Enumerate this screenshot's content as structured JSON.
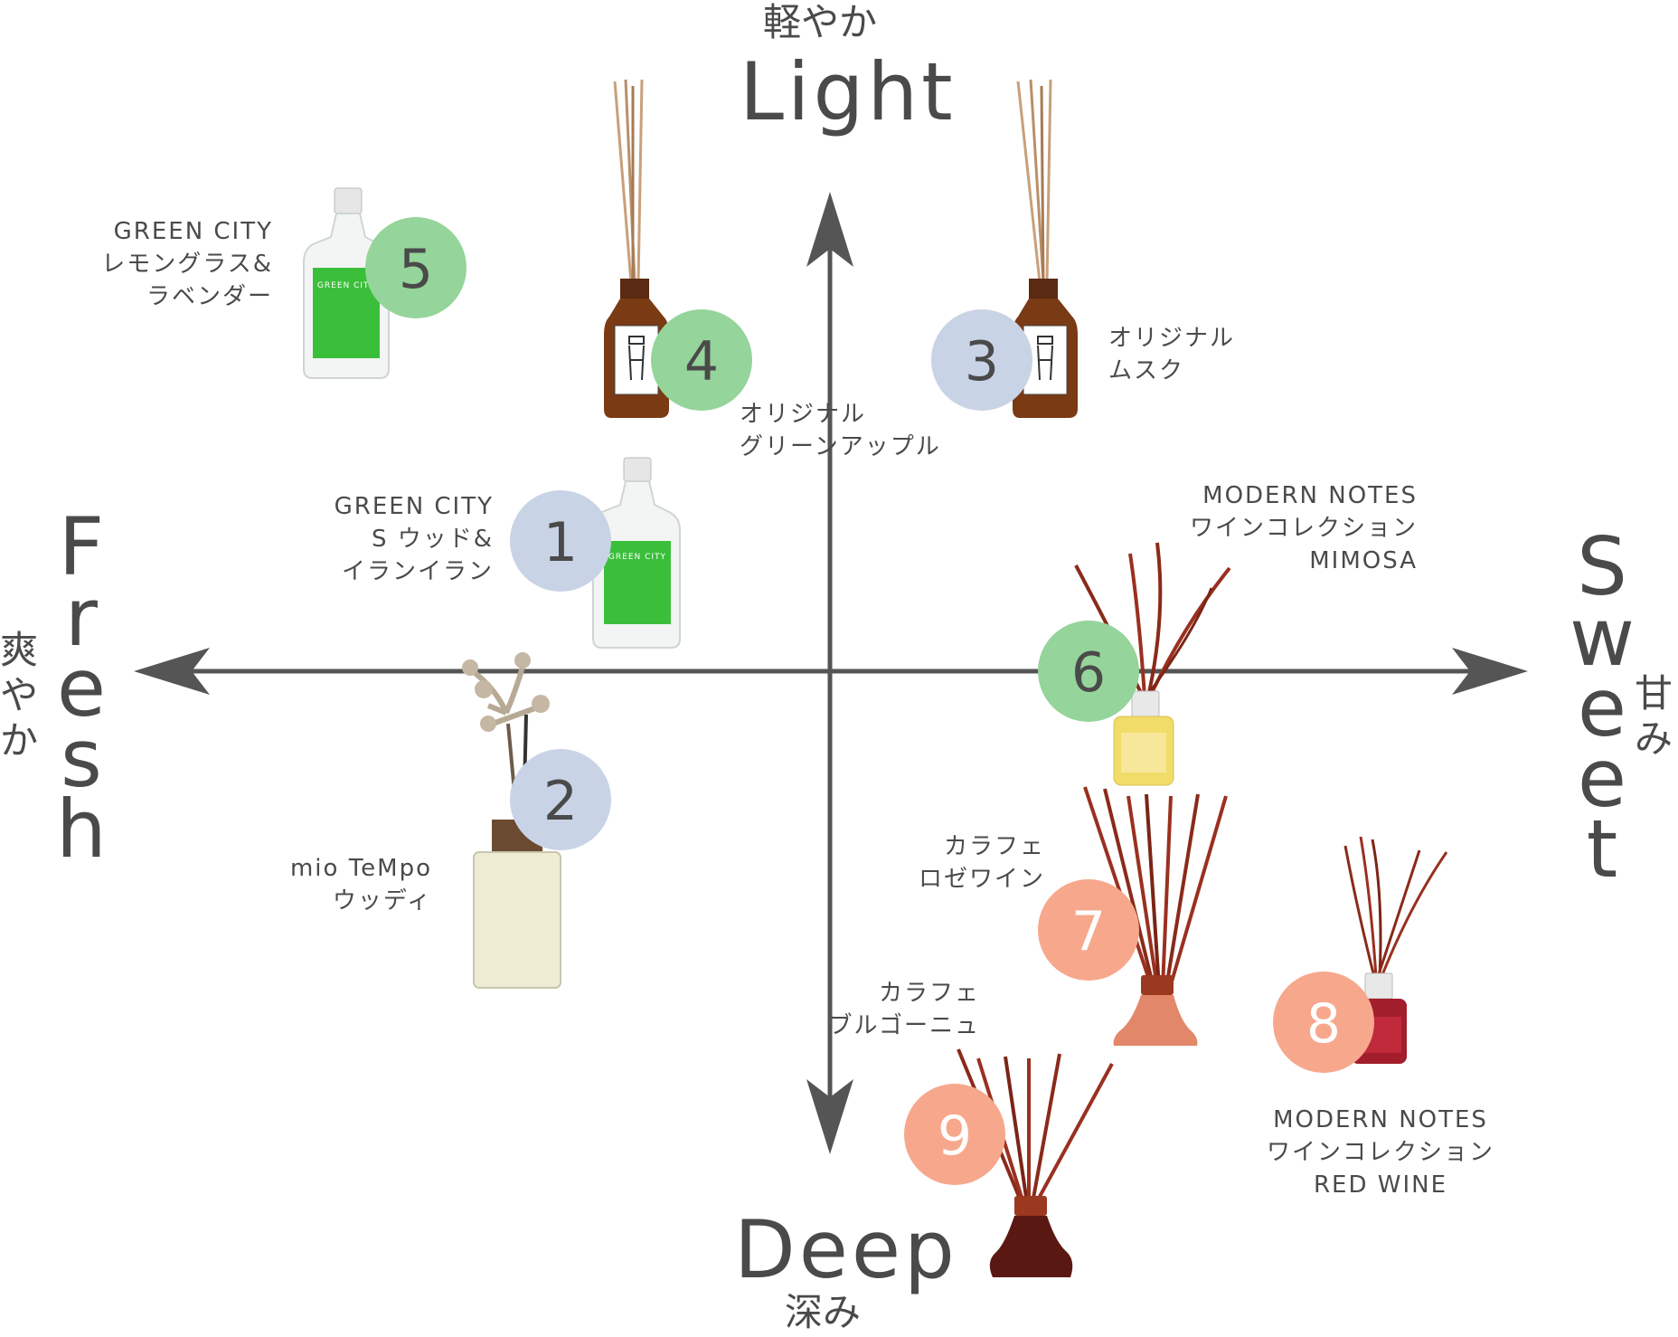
{
  "axes": {
    "top": {
      "en": "Light",
      "jp": "軽やか"
    },
    "bottom": {
      "en": "Deep",
      "jp": "深み"
    },
    "left": {
      "en": "Fresh",
      "jp": "爽やか"
    },
    "right": {
      "en": "Sweet",
      "jp": "甘み"
    }
  },
  "colors": {
    "axis": "#555555",
    "blue": "#c9d3e6",
    "green": "#95d49a",
    "orange": "#f7a88c",
    "text": "#4a4a4a"
  },
  "products": [
    {
      "number": "1",
      "badge_color": "blue",
      "lines": [
        "GREEN CITY",
        "S ウッド&",
        "イランイラン"
      ]
    },
    {
      "number": "2",
      "badge_color": "blue",
      "lines": [
        "mio TeMpo",
        "ウッディ"
      ]
    },
    {
      "number": "3",
      "badge_color": "blue",
      "lines": [
        "オリジナル",
        "ムスク"
      ]
    },
    {
      "number": "4",
      "badge_color": "green",
      "lines": [
        "オリジナル",
        "グリーンアップル"
      ]
    },
    {
      "number": "5",
      "badge_color": "green",
      "lines": [
        "GREEN CITY",
        "レモングラス&",
        "ラベンダー"
      ]
    },
    {
      "number": "6",
      "badge_color": "green",
      "lines": [
        "MODERN NOTES",
        "ワインコレクション",
        "MIMOSA"
      ]
    },
    {
      "number": "7",
      "badge_color": "orange",
      "lines": [
        "カラフェ",
        "ロゼワイン"
      ]
    },
    {
      "number": "8",
      "badge_color": "orange",
      "lines": [
        "MODERN NOTES",
        "ワインコレクション",
        "RED WINE"
      ]
    },
    {
      "number": "9",
      "badge_color": "orange",
      "lines": [
        "カラフェ",
        "ブルゴーニュ"
      ]
    }
  ],
  "bottle_labels": {
    "green_city": "GREEN CITY"
  }
}
